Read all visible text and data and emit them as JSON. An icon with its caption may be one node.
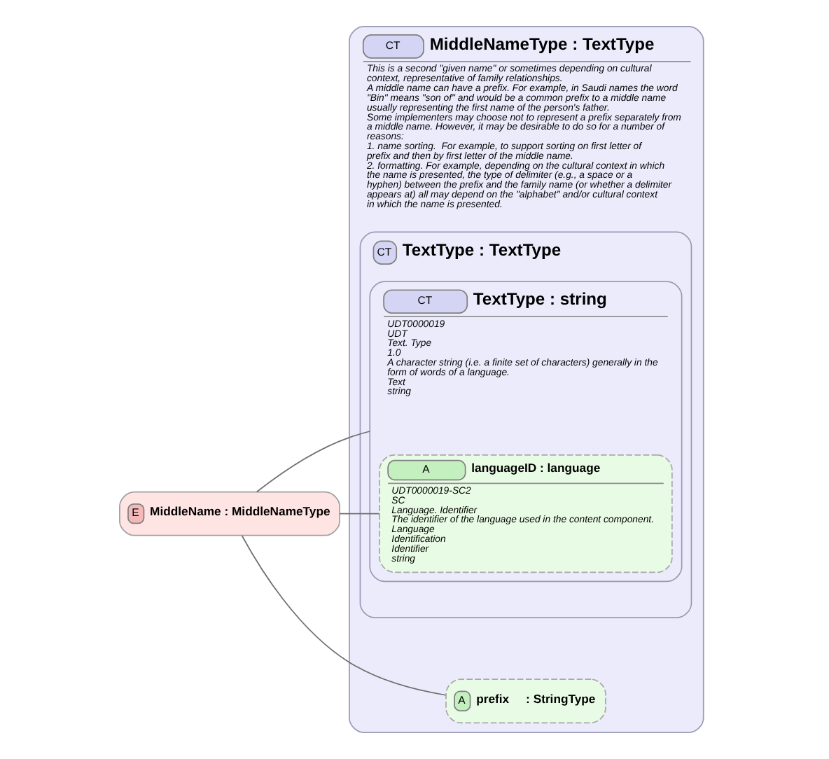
{
  "diagram": {
    "nodes": [
      {
        "text": [
          "E",
          "MiddleName : MiddleNameType"
        ]
      },
      {
        "text": [
          "CT",
          "MiddleNameType : TextType",
          "This is a second \"given name\" or sometimes depending on cultural context, representative of family relationships.",
          "A middle name can have a prefix. For example, in Saudi names the word \"Bin\" means \"son of\" and would be a common prefix to a middle name usually representing the first name of the person's father.",
          "Some implementers may choose not to represent a prefix separately from a middle name. However, it may be desirable to do so for a number of reasons:",
          "1. name sorting.  For example, to support sorting on first letter of prefix and then by first letter of the middle name.",
          "2. formatting. For example, depending on the cultural context in which the name is presented, the type of delimiter (e.g., a space or a hyphen) between the prefix and the family name (or whether a delimiter appears at) all may depend on the \"alphabet\" and/or cultural context in which the name is presented."
        ]
      },
      {
        "text": [
          "A",
          "prefix     : StringType"
        ],
        "in": 1
      },
      {
        "text": [
          "CT",
          "TextType : TextType"
        ],
        "in": 1
      },
      {
        "text": [
          "CT",
          "TextType : string",
          "UDT0000019",
          "UDT",
          "Text. Type",
          "1.0",
          "A character string (i.e. a finite set of characters) generally in the form of words of a language.",
          "Text",
          "string"
        ],
        "in": 3
      },
      {
        "text": [
          "A",
          "languageID : language",
          "UDT0000019-SC2",
          "SC",
          "Language. Identifier",
          "The identifier of the language used in the content component.",
          "Language",
          "Identification",
          "Identifier",
          "string"
        ],
        "in": 4
      }
    ],
    "edges": [
      {
        "from": 0,
        "to": 2,
        "arrow": "none"
      },
      {
        "from": 0,
        "to": 4,
        "arrow": "none"
      },
      {
        "from": 0,
        "to": 5,
        "arrow": "none"
      }
    ]
  }
}
